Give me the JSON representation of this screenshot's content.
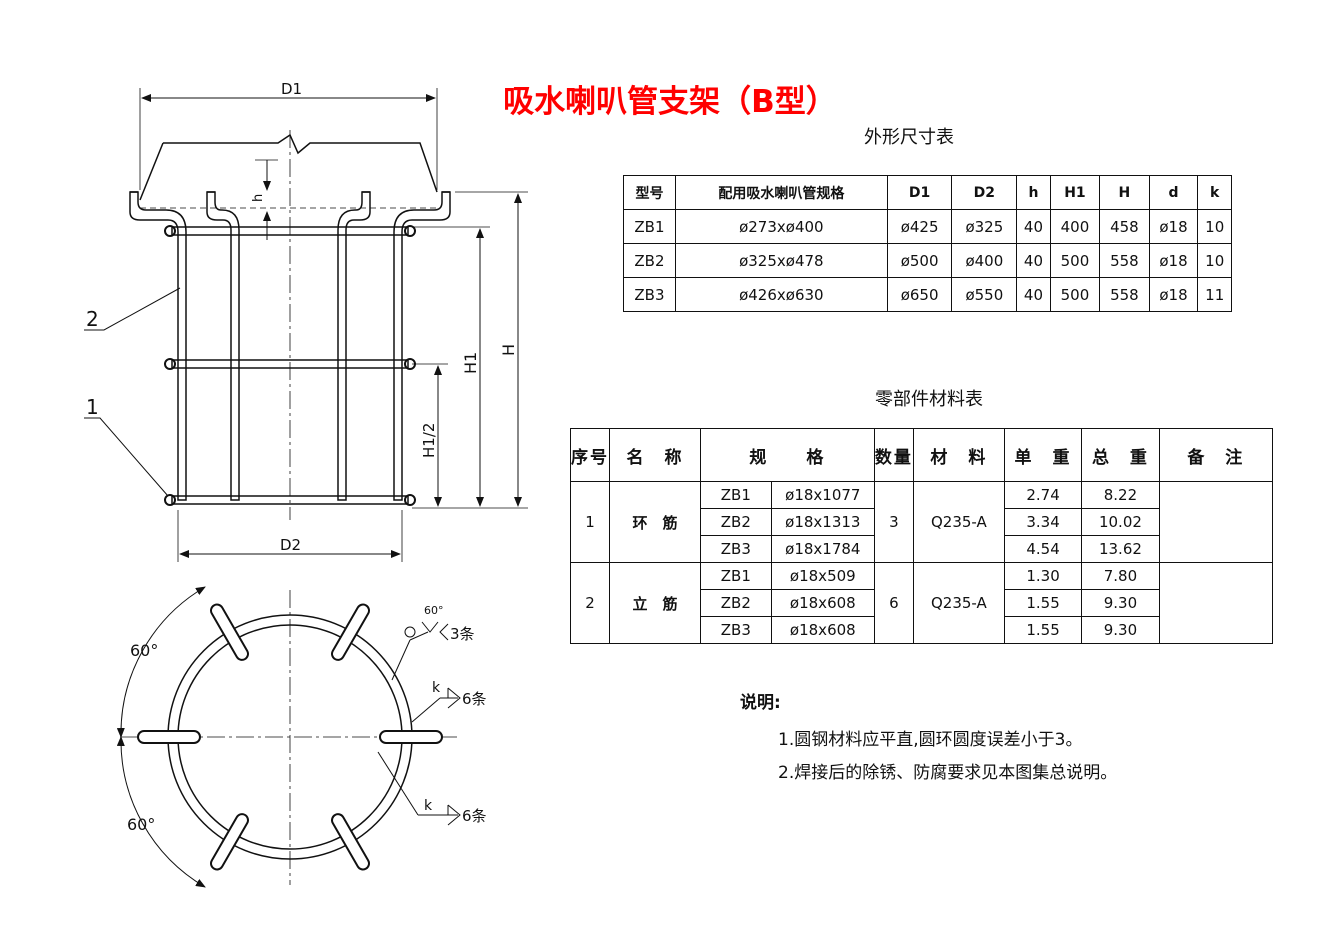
{
  "title": "吸水喇叭管支架（B型）",
  "colors": {
    "title": "#ff0000",
    "lines": "#111111"
  },
  "drawing": {
    "dims": {
      "d1": "D1",
      "d2": "D2",
      "h": "h",
      "h1": "H1",
      "h_total": "H",
      "h1_half": "H1/2"
    },
    "callouts": {
      "part1": "1",
      "part2": "2"
    },
    "angles": {
      "top": "60°",
      "bottom": "60°"
    },
    "welds": {
      "angle": "60°",
      "count3": "3条",
      "k1": "k",
      "count6a": "6条",
      "k2": "k",
      "count6b": "6条"
    }
  },
  "dim_table": {
    "caption": "外形尺寸表",
    "headers": [
      "型号",
      "配用吸水喇叭管规格",
      "D1",
      "D2",
      "h",
      "H1",
      "H",
      "d",
      "k"
    ],
    "rows": [
      [
        "ZB1",
        "ø273xø400",
        "ø425",
        "ø325",
        "40",
        "400",
        "458",
        "ø18",
        "10"
      ],
      [
        "ZB2",
        "ø325xø478",
        "ø500",
        "ø400",
        "40",
        "500",
        "558",
        "ø18",
        "10"
      ],
      [
        "ZB3",
        "ø426xø630",
        "ø650",
        "ø550",
        "40",
        "500",
        "558",
        "ø18",
        "11"
      ]
    ]
  },
  "material_table": {
    "caption": "零部件材料表",
    "headers": [
      "序号",
      "名　称",
      "规　　格",
      "数量",
      "材　料",
      "单　重",
      "总　重",
      "备　注"
    ],
    "groups": [
      {
        "no": "1",
        "name": "环　筋",
        "qty": "3",
        "material": "Q235-A",
        "remark": "",
        "rows": [
          {
            "model": "ZB1",
            "spec": "ø18x1077",
            "unit": "2.74",
            "total": "8.22"
          },
          {
            "model": "ZB2",
            "spec": "ø18x1313",
            "unit": "3.34",
            "total": "10.02"
          },
          {
            "model": "ZB3",
            "spec": "ø18x1784",
            "unit": "4.54",
            "total": "13.62"
          }
        ]
      },
      {
        "no": "2",
        "name": "立　筋",
        "qty": "6",
        "material": "Q235-A",
        "remark": "",
        "rows": [
          {
            "model": "ZB1",
            "spec": "ø18x509",
            "unit": "1.30",
            "total": "7.80"
          },
          {
            "model": "ZB2",
            "spec": "ø18x608",
            "unit": "1.55",
            "total": "9.30"
          },
          {
            "model": "ZB3",
            "spec": "ø18x608",
            "unit": "1.55",
            "total": "9.30"
          }
        ]
      }
    ]
  },
  "notes": {
    "heading": "说明:",
    "items": [
      "1.圆钢材料应平直,圆环圆度误差小于3。",
      "2.焊接后的除锈、防腐要求见本图集总说明。"
    ]
  }
}
